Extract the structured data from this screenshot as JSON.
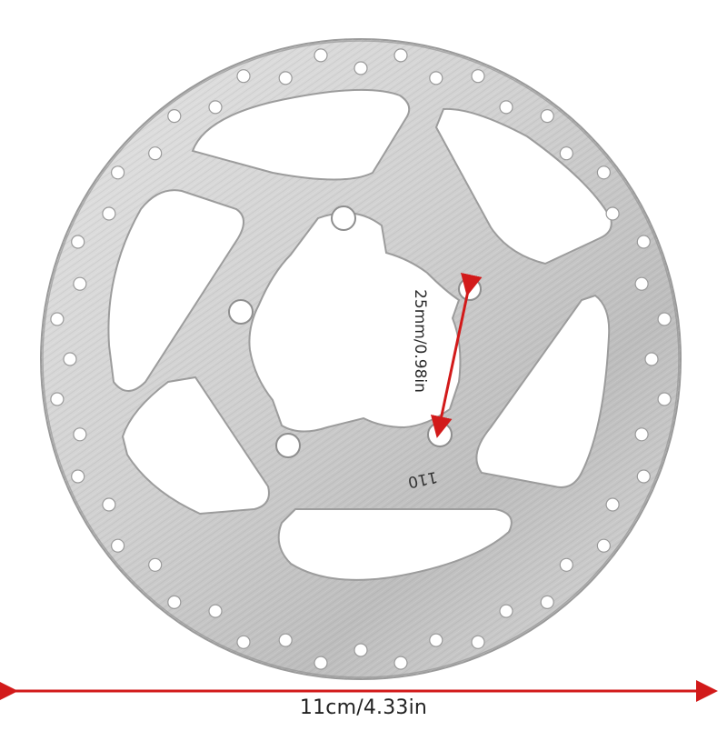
{
  "product": {
    "name": "brake-disc-rotor",
    "colors": {
      "background": "#ffffff",
      "metal_light": "#d6d6d6",
      "metal_dark": "#a9a9a9",
      "accent_arrow": "#d21a1a"
    }
  },
  "annotations": {
    "diameter_label": "11cm/4.33in",
    "hole_spacing_label": "25mm/0.98in",
    "stamp_text": "110"
  }
}
